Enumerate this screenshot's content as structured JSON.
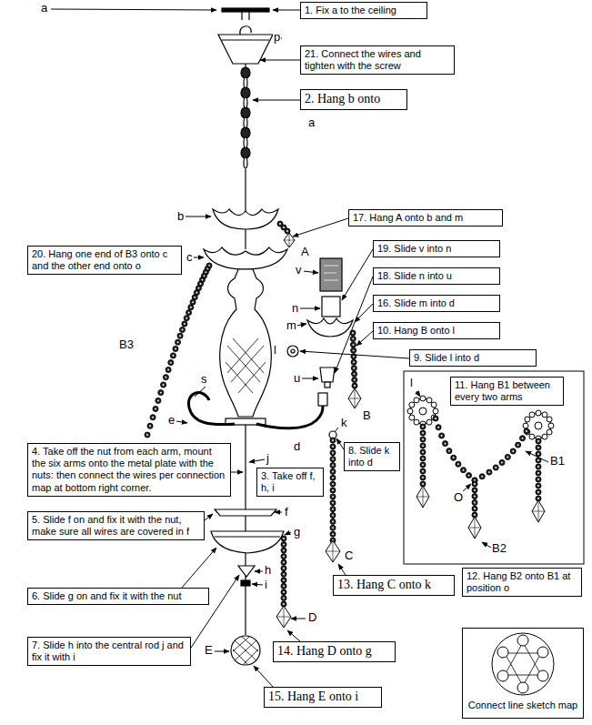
{
  "diagram": {
    "nodes": [
      {
        "text": [
          "1. Fix a to the ceiling"
        ]
      },
      {
        "text": [
          "21. Connect the wires and tighten with the screw"
        ]
      },
      {
        "text": [
          "2. Hang b onto"
        ]
      },
      {
        "text": [
          "17. Hang A onto b and m"
        ]
      },
      {
        "text": [
          "19. Slide v into n"
        ]
      },
      {
        "text": [
          "20. Hang one end of B3 onto c and the other end onto o"
        ]
      },
      {
        "text": [
          "18. Slide n into u"
        ]
      },
      {
        "text": [
          "16. Slide m into d"
        ]
      },
      {
        "text": [
          "10. Hang B onto l"
        ]
      },
      {
        "text": [
          "9. Slide l into d"
        ]
      },
      {
        "text": [
          "11. Hang B1 between every two arms"
        ]
      },
      {
        "text": [
          "4. Take off the nut from each arm, mount the six arms onto the metal plate with the nuts: then connect the wires per connection map at bottom right corner."
        ]
      },
      {
        "text": [
          "8. Slide k into d"
        ]
      },
      {
        "text": [
          "3. Take off f, h, i"
        ]
      },
      {
        "text": [
          "5. Slide f on and fix it with the nut, make sure all wires are covered in f"
        ]
      },
      {
        "text": [
          "13. Hang C onto k"
        ]
      },
      {
        "text": [
          "12. Hang B2 onto B1 at position o"
        ]
      },
      {
        "text": [
          "6. Slide g on and fix it with the nut"
        ]
      },
      {
        "text": [
          "7. Slide h into the central rod j and fix it with i"
        ]
      },
      {
        "text": [
          "14. Hang D onto g"
        ]
      },
      {
        "text": [
          "15. Hang E onto i"
        ]
      },
      {
        "text": [
          "Connect line sketch map"
        ]
      }
    ],
    "labels": [
      "a",
      "p",
      "a",
      "b",
      "A",
      "c",
      "B3",
      "v",
      "n",
      "m",
      "l",
      "u",
      "s",
      "e",
      "d",
      "B",
      "j",
      "l",
      "B1",
      "O",
      "B2",
      "f",
      "k",
      "C",
      "g",
      "h",
      "i",
      "D",
      "E"
    ]
  }
}
